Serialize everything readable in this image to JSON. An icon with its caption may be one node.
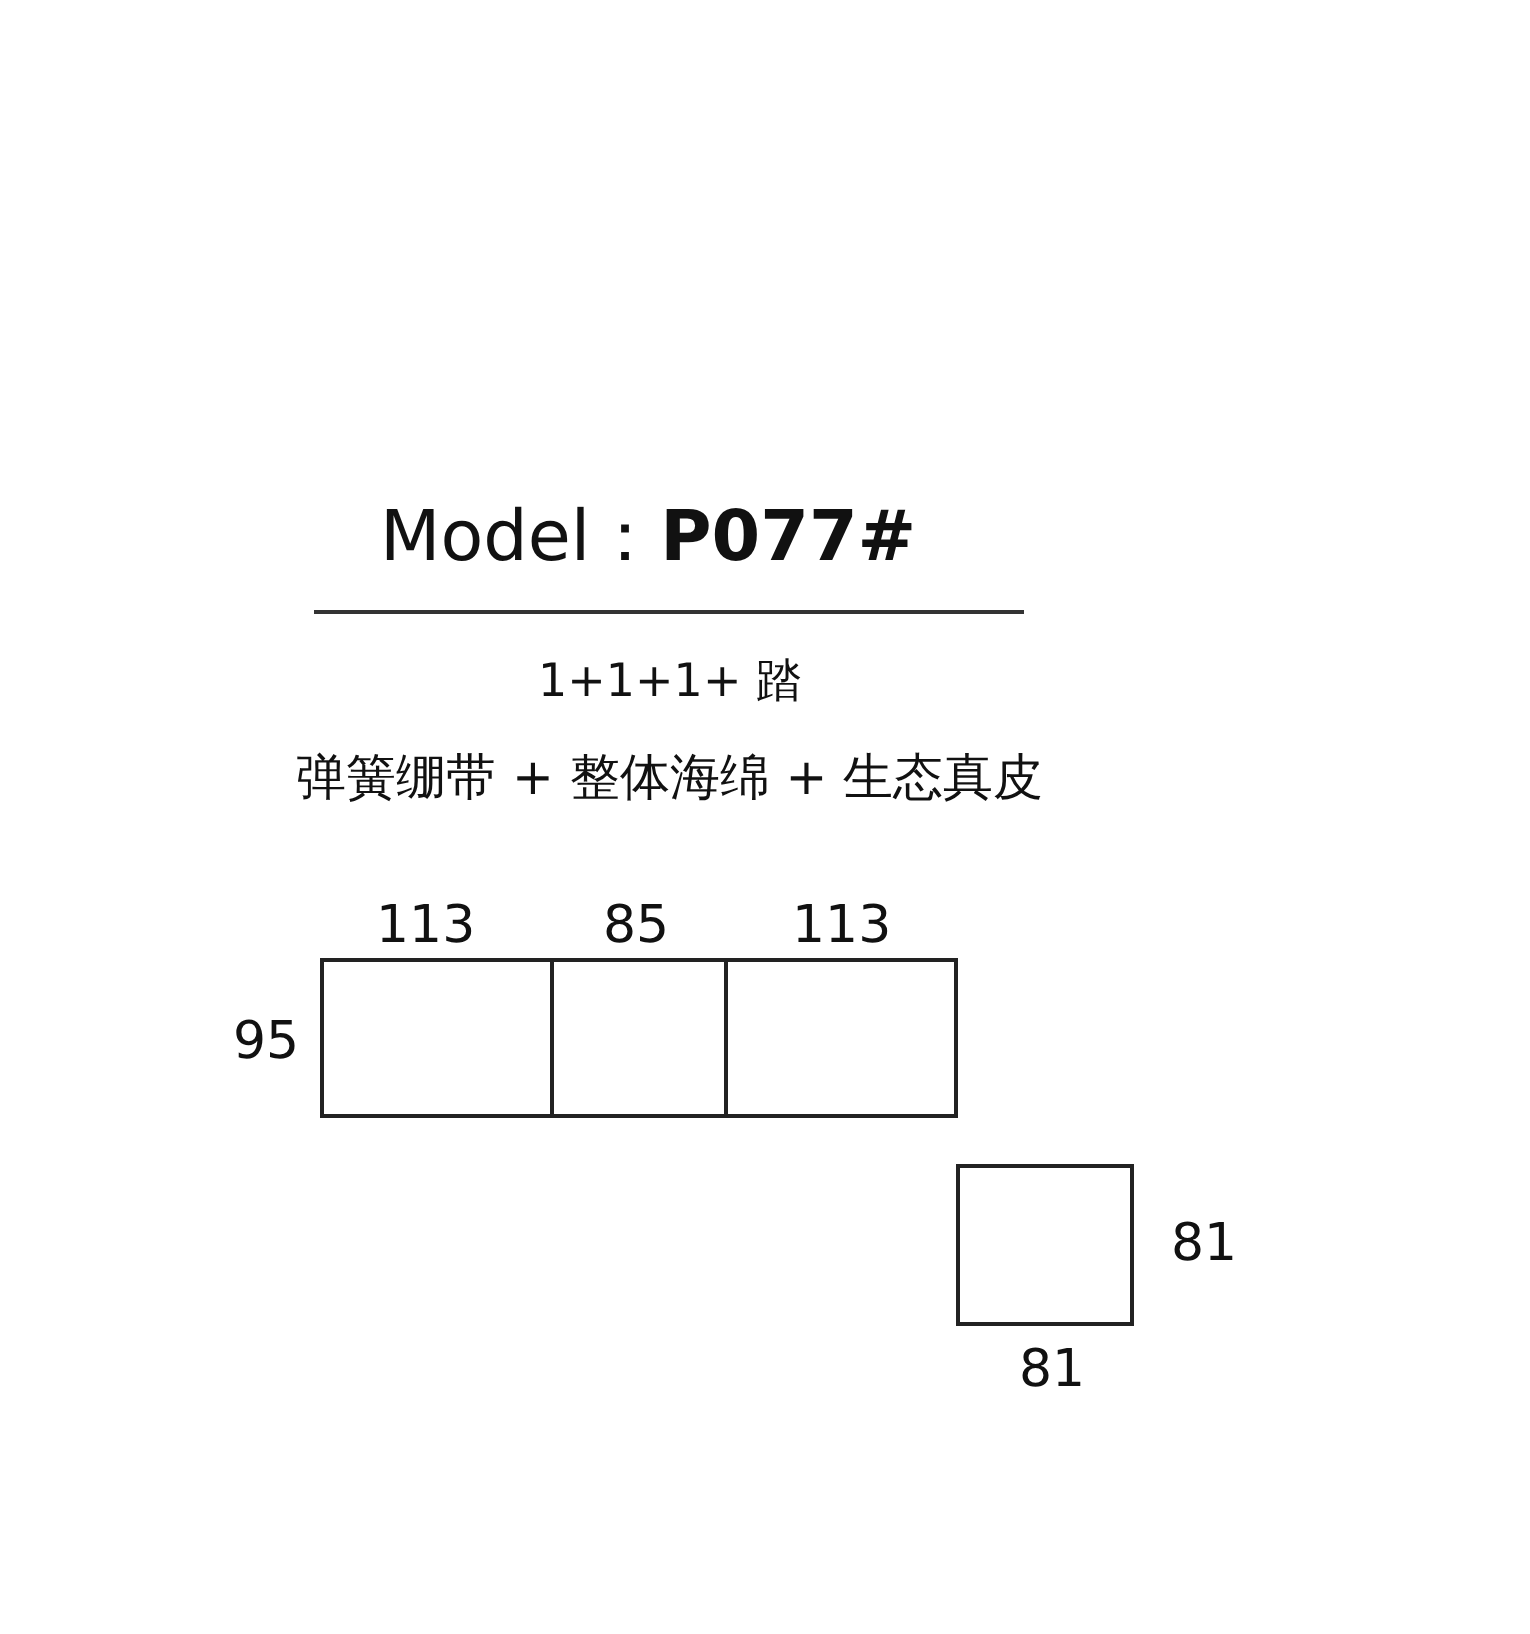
{
  "diagram": {
    "title": "Model：**P077#**",
    "nodes": [
      {
        "text": [],
        "shape": "box"
      },
      {
        "text": [],
        "shape": "box"
      },
      {
        "text": [],
        "shape": "box"
      },
      {
        "text": [],
        "shape": "box"
      }
    ],
    "labels": [
      "1+1+1+ 踏",
      "弹簧绷带 + 整体海绵 + 生态真皮",
      "113",
      "85",
      "113",
      "95",
      "81",
      "81"
    ]
  }
}
